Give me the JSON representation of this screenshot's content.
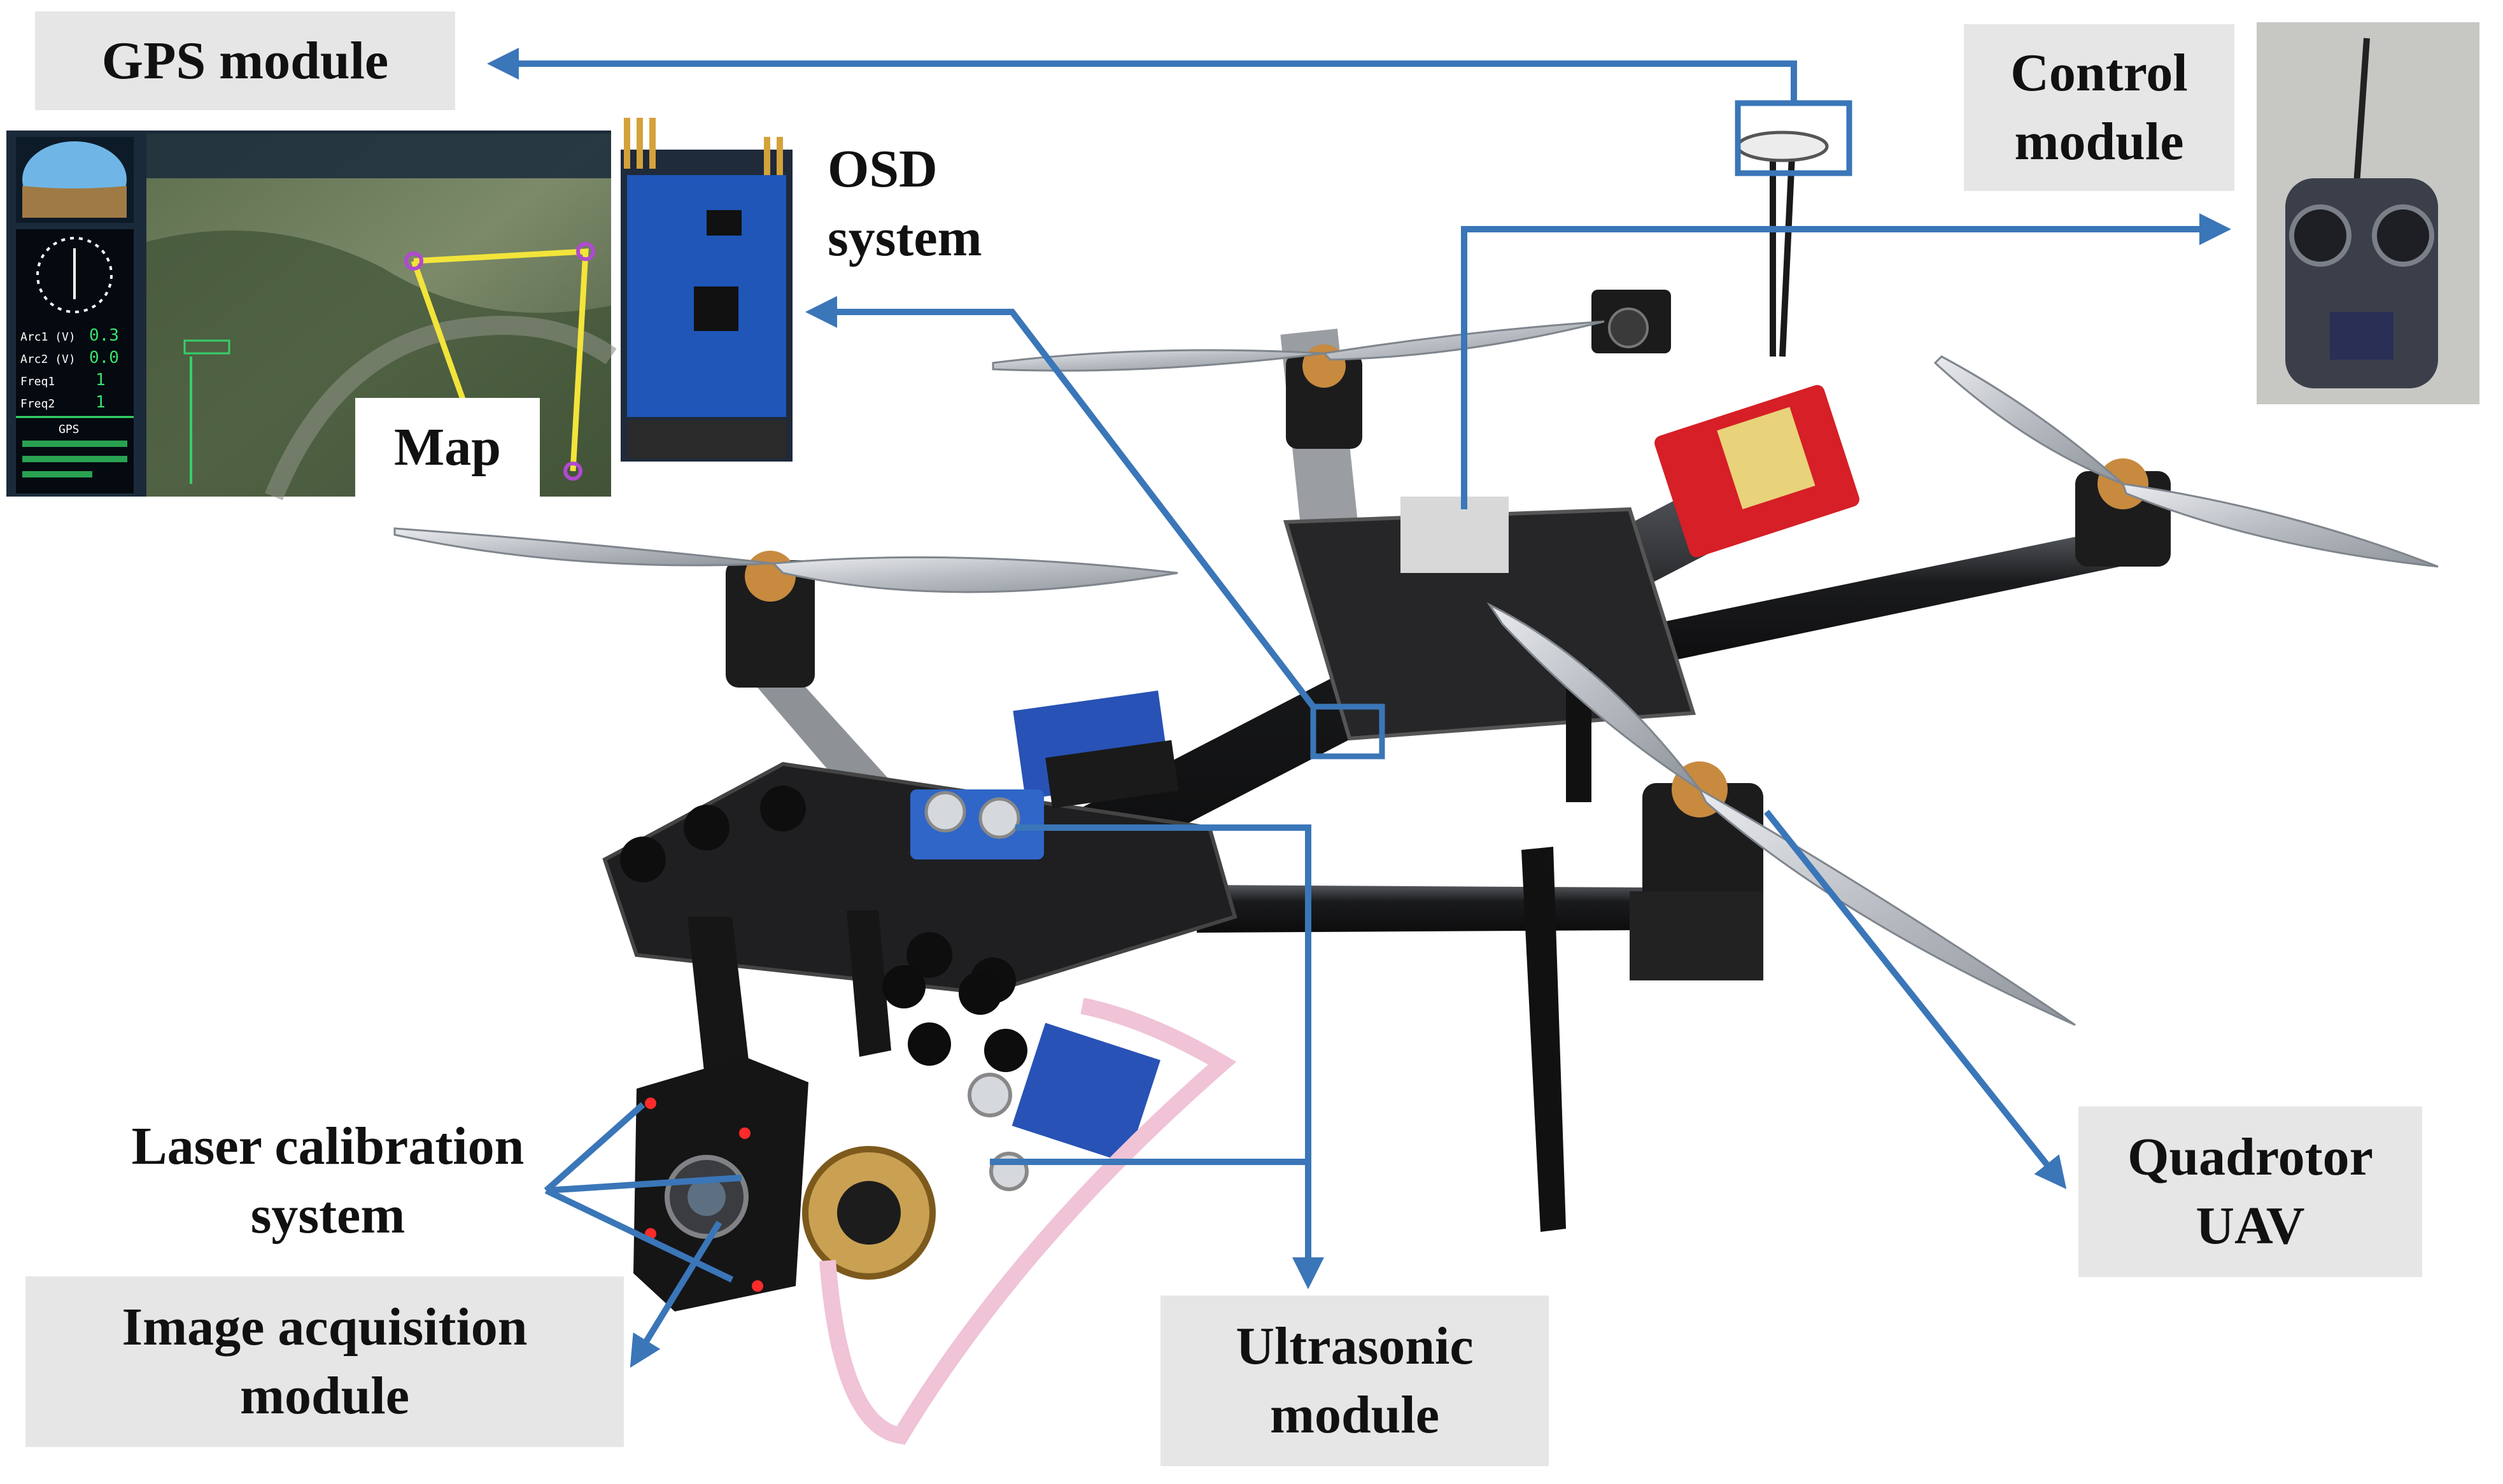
{
  "labels": {
    "gps": "GPS module",
    "control_line1": "Control",
    "control_line2": "module",
    "osd_line1": "OSD",
    "osd_line2": "system",
    "map": "Map",
    "laser_line1": "Laser calibration",
    "laser_line2": "system",
    "image_line1": "Image acquisition",
    "image_line2": "module",
    "ultrasonic_line1": "Ultrasonic",
    "ultrasonic_line2": "module",
    "quadrotor_line1": "Quadrotor",
    "quadrotor_line2": "UAV"
  },
  "osd_panel": {
    "readouts": [
      {
        "name": "Arc1 (V)",
        "value": "0.3"
      },
      {
        "name": "Arc2 (V)",
        "value": "0.0"
      },
      {
        "name": "Freq1",
        "value": "1"
      },
      {
        "name": "Freq2",
        "value": "1"
      }
    ],
    "gps_title": "GPS"
  },
  "colors": {
    "arrow": "#3a76b8",
    "label_bg": "#e6e6e6",
    "carbon": "#1d1d1f",
    "propeller": "#c9ccd0",
    "led": "#ff2a2a"
  }
}
